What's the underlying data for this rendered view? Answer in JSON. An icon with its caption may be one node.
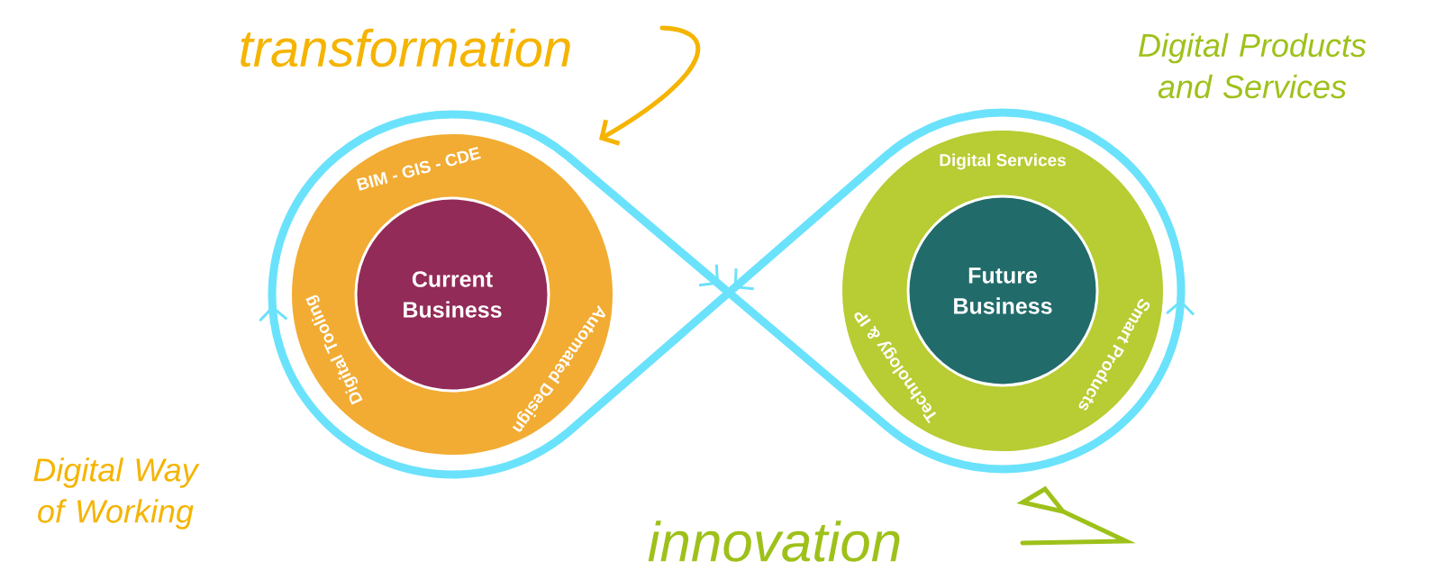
{
  "diagram": {
    "nodes": [
      {
        "text": [
          "BIM - GIS - CDE",
          "Automated Design",
          "Digital Tooling"
        ]
      },
      {
        "text": [
          "Current Business"
        ],
        "in": 0
      },
      {
        "text": [
          "Digital Services",
          "Smart Products",
          "Technology & IP"
        ]
      },
      {
        "text": [
          "Future Business"
        ],
        "in": 2
      }
    ],
    "labels": [
      "transformation",
      "Digital Products and Services",
      "Digital Way of Working",
      "innovation"
    ]
  }
}
